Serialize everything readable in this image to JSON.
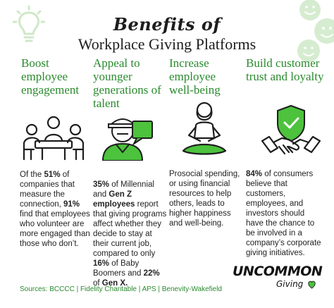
{
  "title": {
    "line1": "Benefits of",
    "line2": "Workplace Giving Platforms"
  },
  "columns": [
    {
      "heading": "Boost employee engagement",
      "icon": "team-meeting-icon",
      "body": [
        {
          "t": "Of the "
        },
        {
          "t": "51%",
          "b": true
        },
        {
          "t": " of companies that measure the connection, "
        },
        {
          "t": "91%",
          "b": true
        },
        {
          "t": " find that employees who volunteer are more engaged than those who don’t."
        }
      ]
    },
    {
      "heading": "Appeal to younger generations of talent",
      "icon": "young-person-chat-icon",
      "body": [
        {
          "t": "35%",
          "b": true
        },
        {
          "t": " of Millennial and "
        },
        {
          "t": "Gen Z employees",
          "b": true
        },
        {
          "t": " report that giving programs affect whether they decide to stay at their current job, compared to only "
        },
        {
          "t": "16%",
          "b": true
        },
        {
          "t": " of Baby Boomers and "
        },
        {
          "t": "22%",
          "b": true
        },
        {
          "t": " of "
        },
        {
          "t": "Gen X.",
          "b": true
        }
      ]
    },
    {
      "heading": "Increase employee well-being",
      "icon": "meditation-icon",
      "body": [
        {
          "t": "Prosocial spending, or using financial resources to help others, leads to higher happiness and well-being."
        }
      ]
    },
    {
      "heading": "Build customer trust and loyalty",
      "icon": "shield-handshake-icon",
      "body": [
        {
          "t": "84%",
          "b": true
        },
        {
          "t": " of consumers believe that customers, employees, and investors should have the chance to be involved in a company’s corporate giving initiatives."
        }
      ]
    }
  ],
  "sources": "Sources: BCCCC | Fidelity Charitable | APS | Benevity-Wakefield",
  "logo": {
    "top": "UNCOMMON",
    "bottom": "Giving"
  },
  "colors": {
    "accent": "#2a8a2e",
    "icon_green": "#4cc23d",
    "decor": "#cfe8c8",
    "text": "#222222"
  }
}
